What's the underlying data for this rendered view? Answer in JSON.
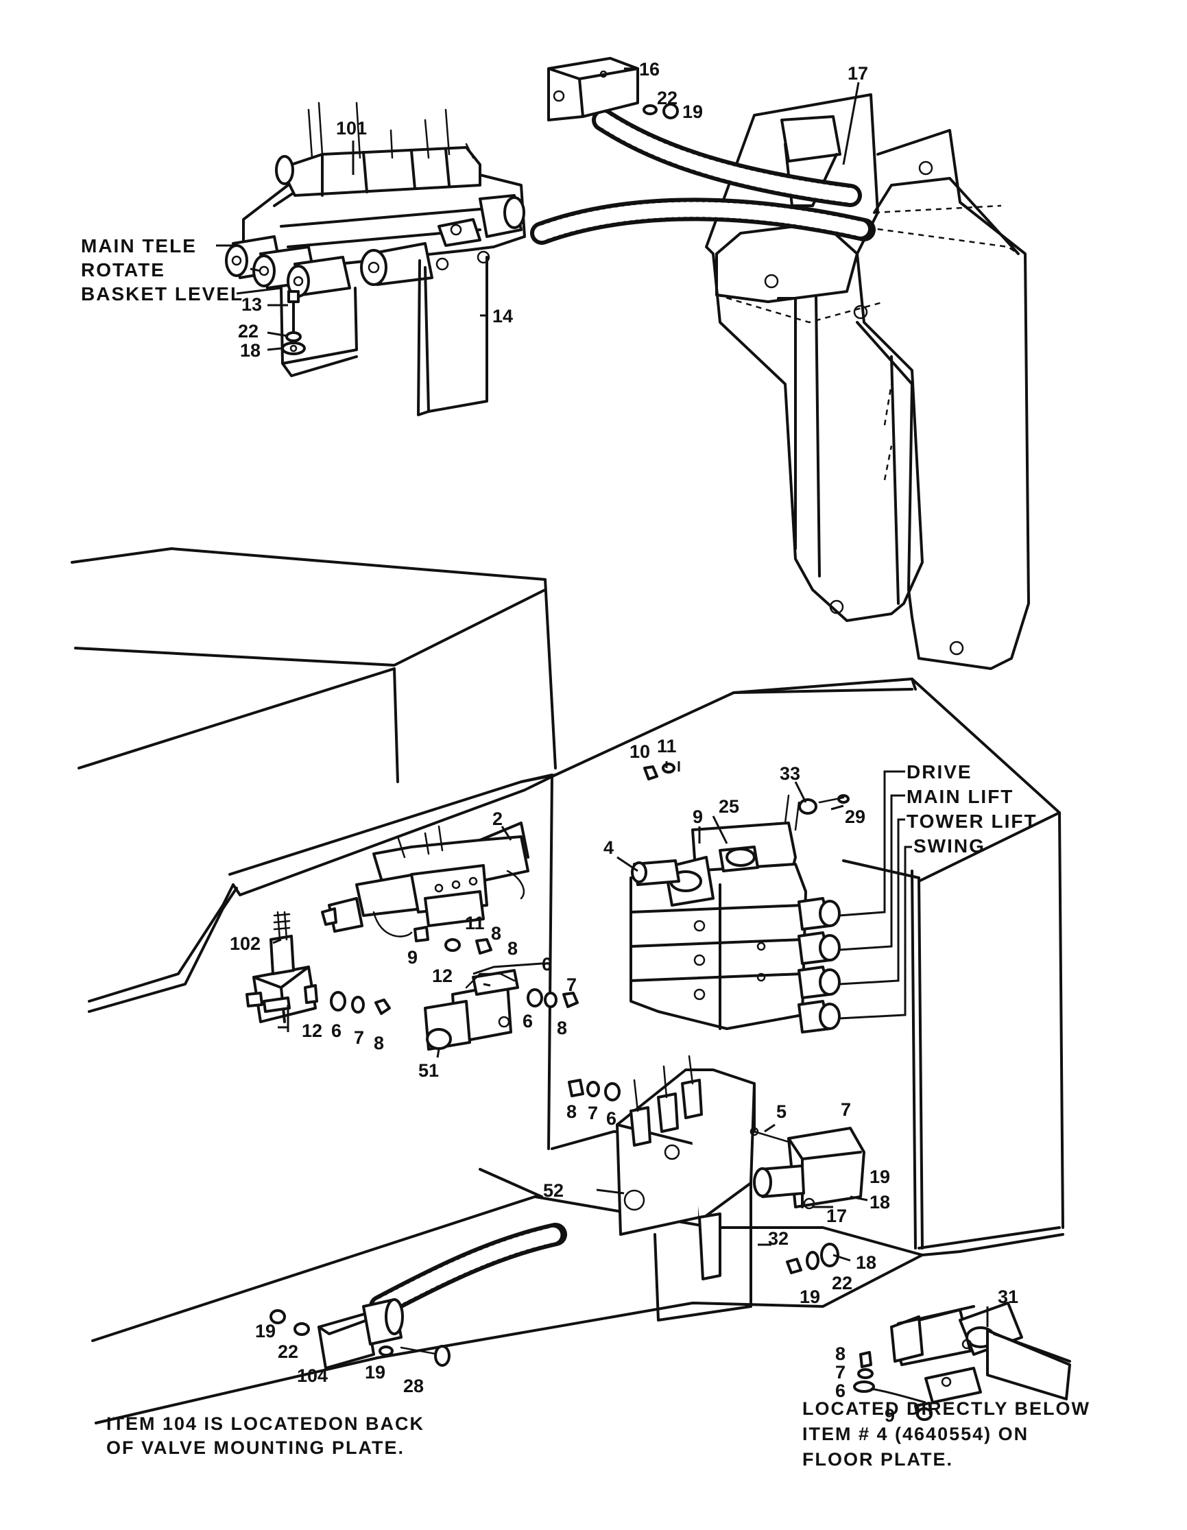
{
  "colors": {
    "ink": "#111111",
    "paper": "#ffffff"
  },
  "top_assembly": {
    "callouts": [
      "101",
      "16",
      "22",
      "19",
      "17",
      "13",
      "22",
      "18",
      "14"
    ],
    "function_labels": [
      "MAIN TELE",
      "ROTATE",
      "BASKET LEVEL"
    ]
  },
  "main_assembly": {
    "callouts": [
      "10",
      "11",
      "9",
      "25",
      "33",
      "29",
      "2",
      "4",
      "102",
      "11",
      "8",
      "9",
      "8",
      "6",
      "12",
      "7",
      "12",
      "6",
      "7",
      "8",
      "6",
      "8",
      "51",
      "8",
      "7",
      "6",
      "5",
      "7",
      "52",
      "19",
      "18",
      "17",
      "32",
      "18",
      "22",
      "19",
      "31",
      "19",
      "22",
      "104",
      "19",
      "28",
      "8",
      "7",
      "6",
      "9"
    ],
    "function_labels": [
      "DRIVE",
      "MAIN LIFT",
      "TOWER LIFT",
      "SWING"
    ]
  },
  "notes": {
    "left": [
      "ITEM 104 IS LOCATEDON BACK",
      "OF VALVE MOUNTING PLATE."
    ],
    "right": [
      "LOCATED DIRECTLY BELOW",
      "ITEM # 4 (4640554) ON",
      "FLOOR PLATE."
    ]
  }
}
